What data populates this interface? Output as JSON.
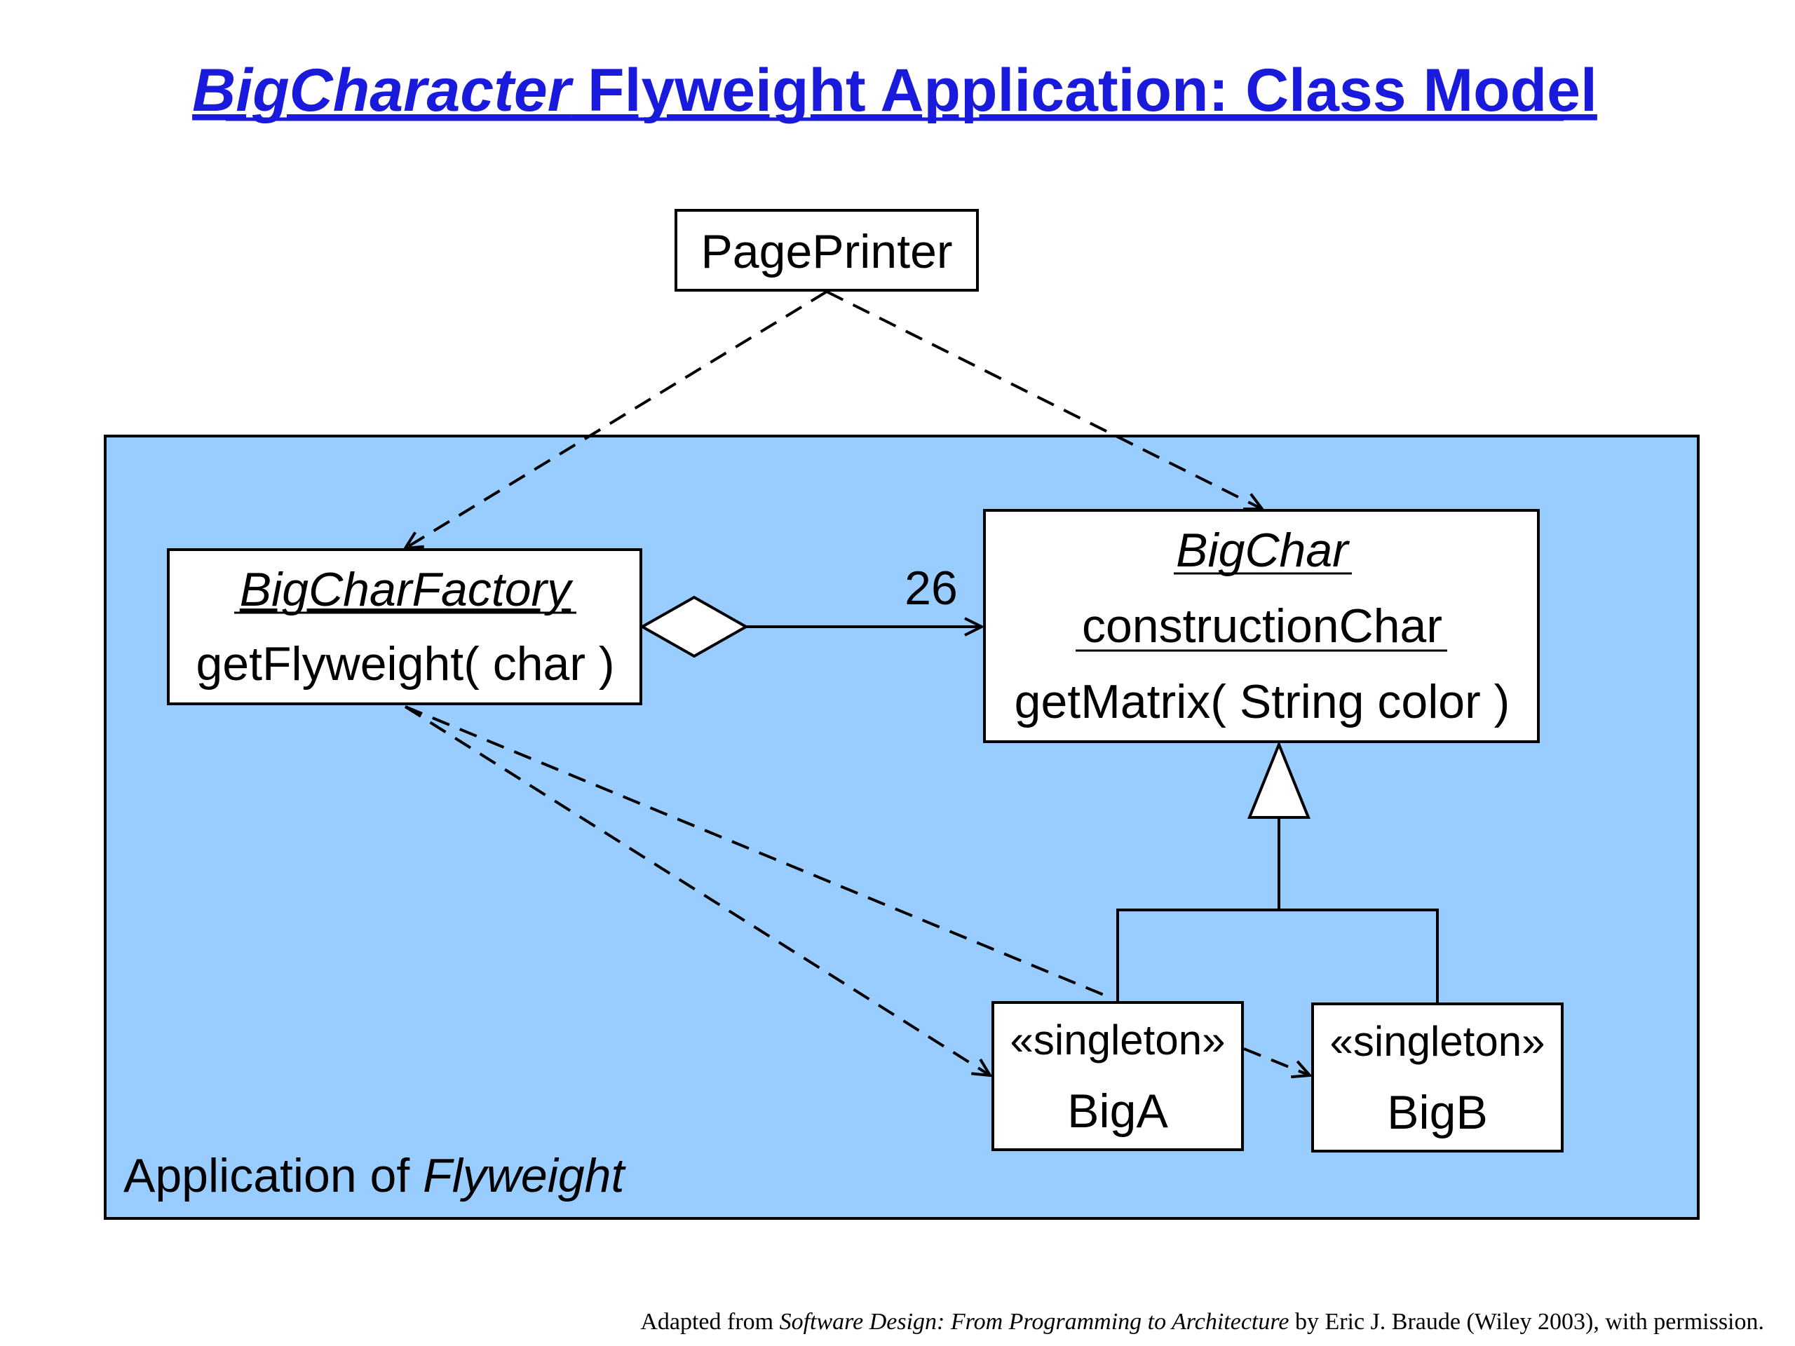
{
  "title": {
    "part1": "BigCharacter",
    "part2": " Flyweight Application: Class Model"
  },
  "boxes": {
    "page_printer": {
      "name": "PagePrinter"
    },
    "factory": {
      "name": "BigCharFactory",
      "method": "getFlyweight( char )"
    },
    "bigchar": {
      "name": "BigChar",
      "attribute": "constructionChar",
      "method": "getMatrix( String color )"
    },
    "big_a": {
      "stereotype": "«singleton»",
      "name": "BigA"
    },
    "big_b": {
      "stereotype": "«singleton»",
      "name": "BigB"
    }
  },
  "multiplicity": "26",
  "package": {
    "label_plain": "Application of ",
    "label_italic": "Flyweight",
    "fill": "#99ccff"
  },
  "caption": {
    "prefix": "Adapted from ",
    "book": "Software Design: From Programming to Architecture",
    "suffix": " by Eric J. Braude (Wiley 2003), with permission."
  },
  "colors": {
    "title": "#1a1adc",
    "package_fill": "#99ccff"
  }
}
